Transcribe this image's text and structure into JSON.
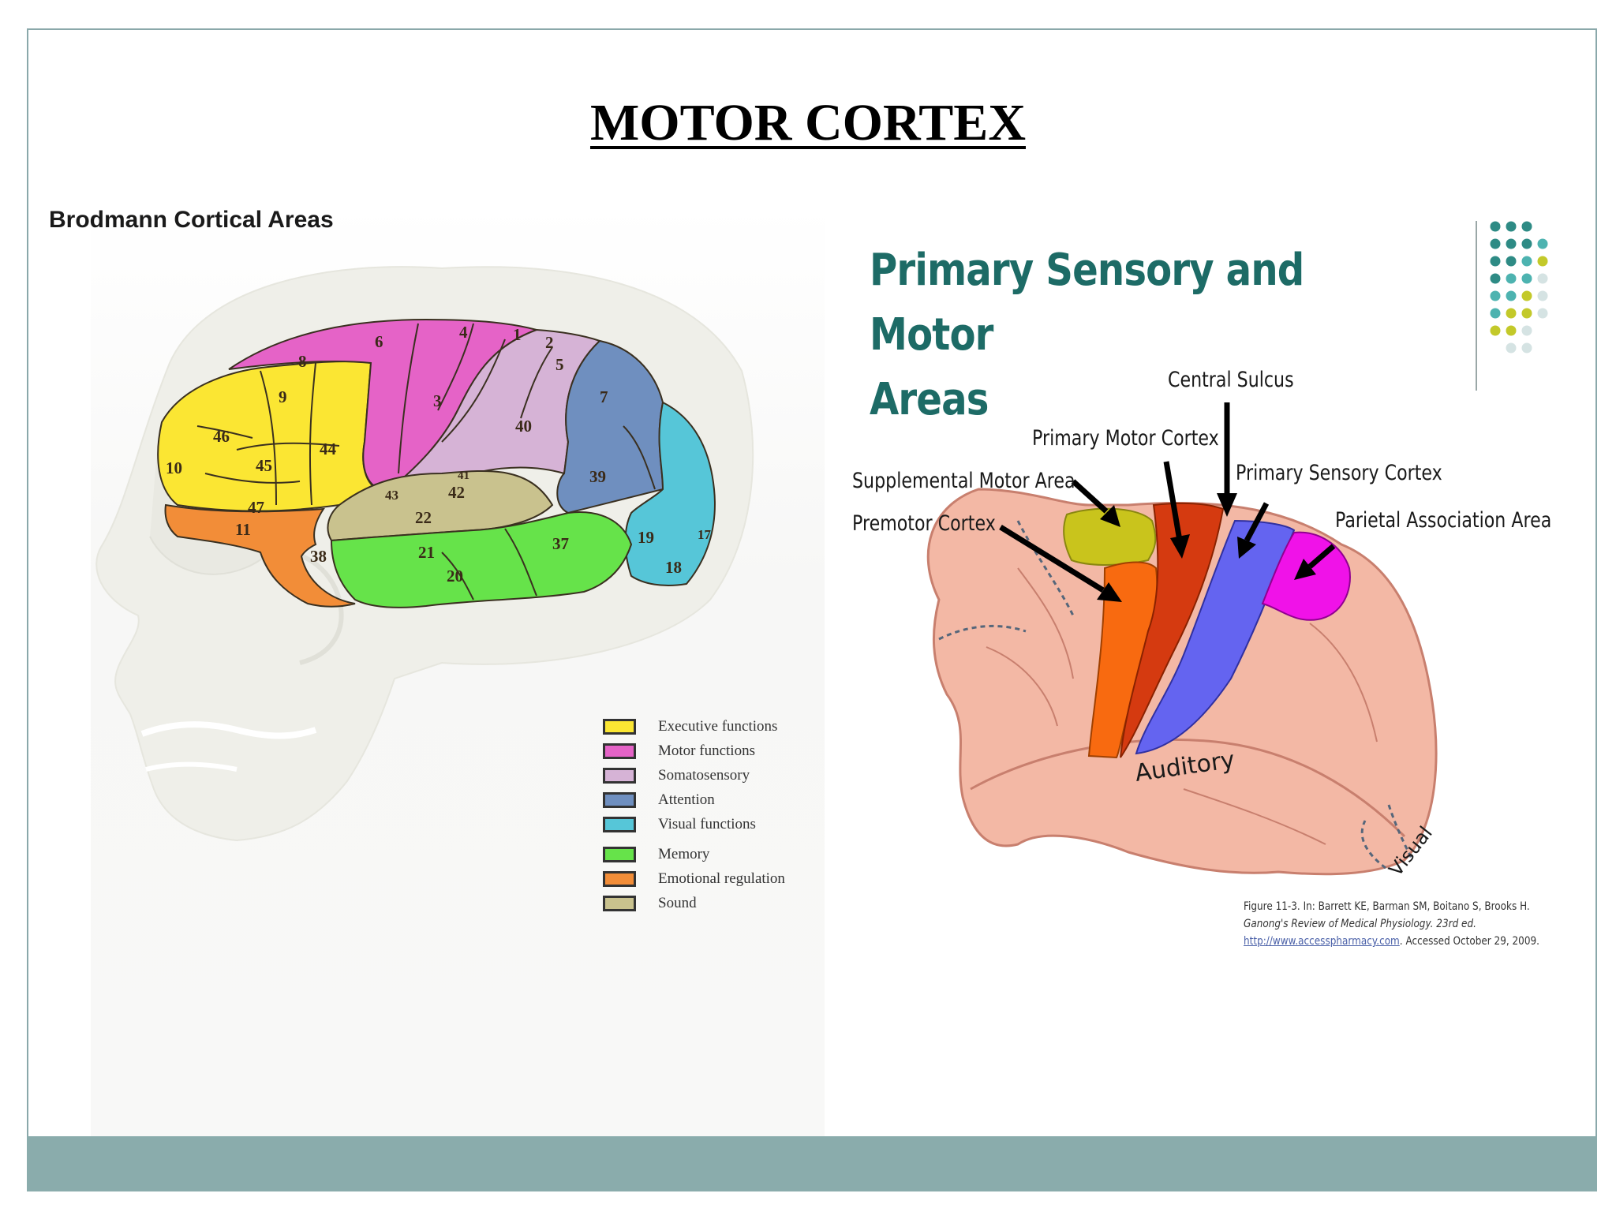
{
  "slide": {
    "title": "MOTOR CORTEX"
  },
  "brodmann": {
    "title": "Brodmann Cortical Areas",
    "area_numbers": {
      "a1": "1",
      "a2": "2",
      "a3": "3",
      "a4": "4",
      "a5": "5",
      "a6": "6",
      "a7": "7",
      "a8": "8",
      "a9": "9",
      "a10": "10",
      "a11": "11",
      "a17": "17",
      "a18": "18",
      "a19": "19",
      "a20": "20",
      "a21": "21",
      "a22": "22",
      "a37": "37",
      "a38": "38",
      "a39": "39",
      "a40": "40",
      "a41": "41",
      "a42": "42",
      "a43": "43",
      "a44": "44",
      "a45": "45",
      "a46": "46",
      "a47": "47"
    },
    "legend": [
      {
        "label": "Executive functions",
        "color": "#fbe633"
      },
      {
        "label": "Motor functions",
        "color": "#e563c7"
      },
      {
        "label": "Somatosensory",
        "color": "#d6b3d6"
      },
      {
        "label": "Attention",
        "color": "#6f8fbf"
      },
      {
        "label": "Visual functions",
        "color": "#56c6d8"
      },
      {
        "label": "Memory",
        "color": "#66e34a"
      },
      {
        "label": "Emotional regulation",
        "color": "#f28d38"
      },
      {
        "label": "Sound",
        "color": "#c9c28e"
      }
    ]
  },
  "sensory_motor": {
    "title_line1": "Primary Sensory and Motor",
    "title_line2": "Areas",
    "labels": {
      "central_sulcus": "Central Sulcus",
      "primary_motor_cortex": "Primary Motor Cortex",
      "supplemental_motor_area": "Supplemental Motor Area",
      "primary_sensory_cortex": "Primary Sensory Cortex",
      "premotor_cortex": "Premotor Cortex",
      "parietal_association_area": "Parietal Association Area",
      "auditory": "Auditory",
      "visual": "Visual"
    },
    "region_colors": {
      "supplemental_motor_area": "#c9c41c",
      "primary_motor_cortex": "#d53a10",
      "premotor_cortex": "#f86a10",
      "primary_sensory_cortex": "#6464f0",
      "parietal_association_area": "#f012e8",
      "brain": "#f3b8a5"
    },
    "citation": {
      "line1": "Figure 11-3. In: Barrett KE, Barman SM, Boitano S, Brooks H.",
      "line2": "Ganong's Review of Medical Physiology. 23rd ed.",
      "line3_link": "http://www.accesspharmacy.com",
      "line3_rest": ". Accessed October 29, 2009."
    }
  },
  "decor": {
    "dot_colors": [
      "#2e8b85",
      "#4db3b0",
      "#c3c92a",
      "#d5e3e3"
    ]
  }
}
